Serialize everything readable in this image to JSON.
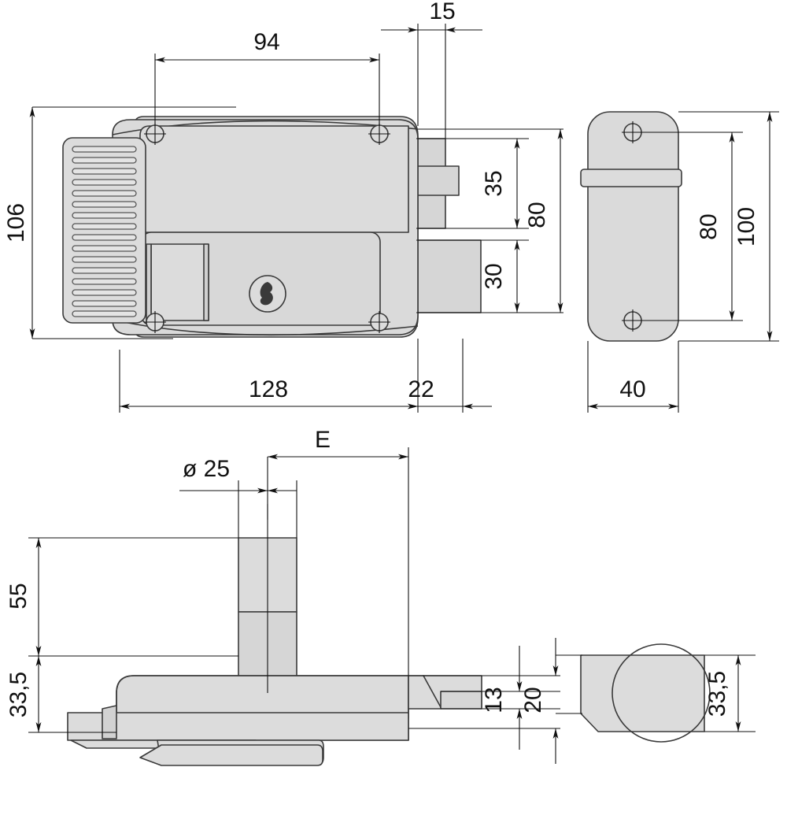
{
  "drawing": {
    "title": "Electric lock technical dimension drawing",
    "units": "mm",
    "line_color": "#3a3a3a",
    "fill_color": "#dadada",
    "fill_color_dark": "#d2d2d2",
    "text_color": "#111111",
    "background": "#ffffff"
  },
  "views": {
    "front": {
      "name": "front-view-lock-body"
    },
    "side": {
      "name": "side-view-strike-plate"
    },
    "top": {
      "name": "top-view-lock-body"
    },
    "top_right": {
      "name": "top-view-strike-plate"
    }
  },
  "dimensions": {
    "front_hole_spacing": "94",
    "front_bolt_offset": "15",
    "front_height": "106",
    "front_width": "128",
    "front_bolt_depth": "22",
    "latch_upper": "35",
    "latch_total": "80",
    "latch_lower": "30",
    "plate_hole_spacing": "80",
    "plate_height": "100",
    "plate_width": "40",
    "cylinder_diameter": "ø 25",
    "backset_label": "E",
    "top_height_upper": "55",
    "top_height_lower": "33,5",
    "bolt_thickness_inner": "13",
    "bolt_thickness_outer": "20",
    "plate_depth": "33,5"
  },
  "icons": {
    "keyhole": "keyhole-icon",
    "screw_hole": "screw-hole-icon",
    "vent_grille": "vent-grille-icon"
  }
}
